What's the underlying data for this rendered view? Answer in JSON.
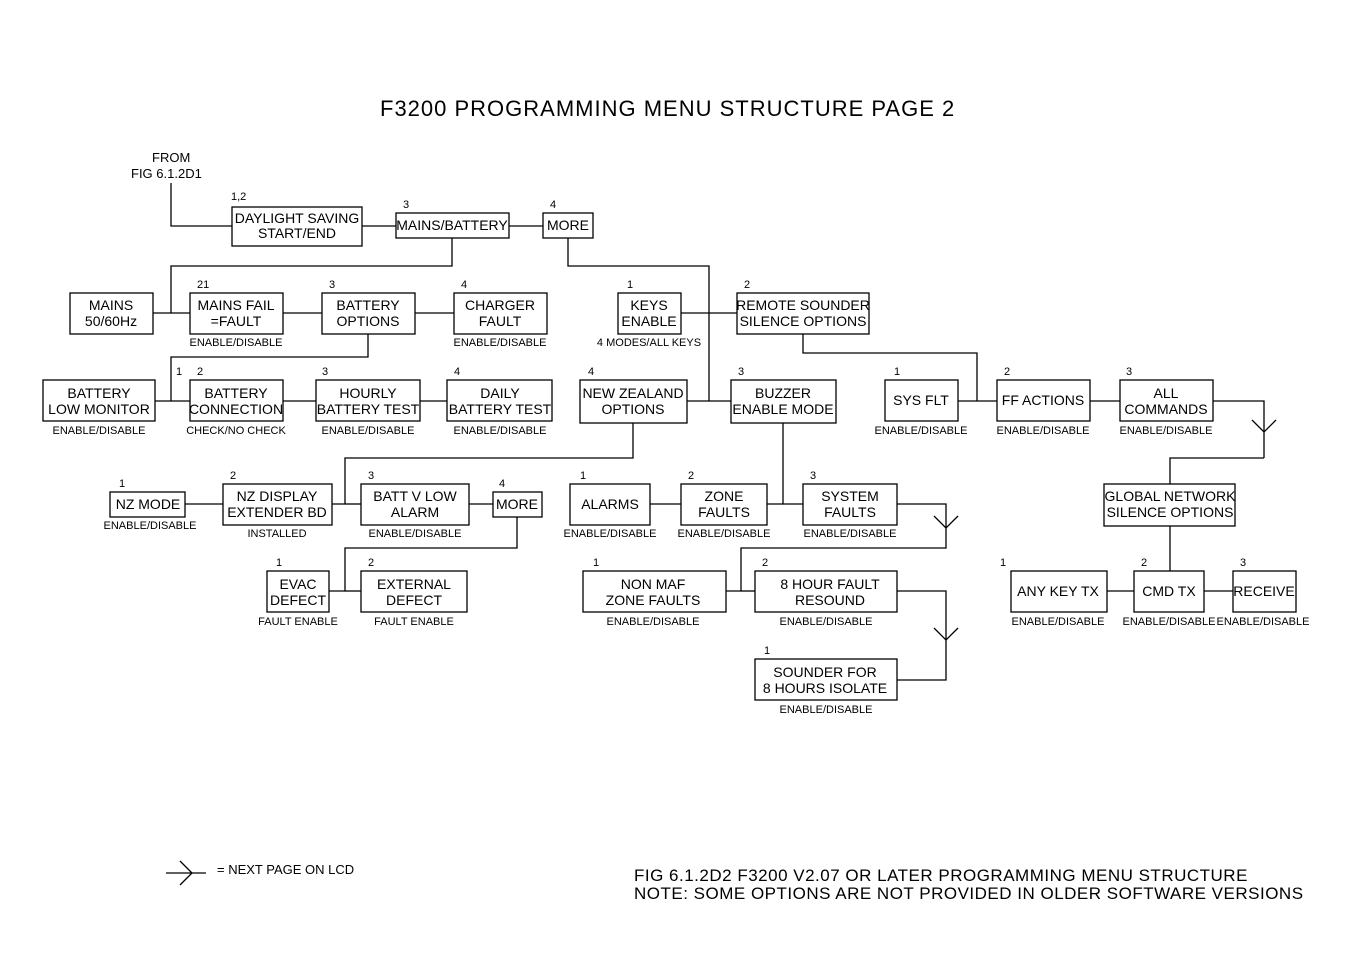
{
  "title": "F3200 PROGRAMMING MENU STRUCTURE PAGE 2",
  "entry": {
    "line1": "FROM",
    "line2": "FIG 6.1.2D1"
  },
  "boxes": {
    "daylight": {
      "lines": [
        "DAYLIGHT SAVING",
        "START/END"
      ],
      "num": "1,2",
      "sub": ""
    },
    "mains_battery": {
      "lines": [
        "MAINS/BATTERY"
      ],
      "num": "3",
      "sub": ""
    },
    "more_top": {
      "lines": [
        "MORE"
      ],
      "num": "4",
      "sub": ""
    },
    "mains_hz": {
      "lines": [
        "MAINS",
        "50/60Hz"
      ],
      "num": "",
      "sub": ""
    },
    "mains_fail": {
      "lines": [
        "MAINS FAIL",
        "=FAULT"
      ],
      "num": "21",
      "sub": "ENABLE/DISABLE"
    },
    "battery_options": {
      "lines": [
        "BATTERY",
        "OPTIONS"
      ],
      "num": "3",
      "sub": ""
    },
    "charger_fault": {
      "lines": [
        "CHARGER",
        "FAULT"
      ],
      "num": "4",
      "sub": "ENABLE/DISABLE"
    },
    "battery_low_monitor": {
      "lines": [
        "BATTERY",
        "LOW MONITOR"
      ],
      "num": "1",
      "sub": "ENABLE/DISABLE"
    },
    "battery_connection": {
      "lines": [
        "BATTERY",
        "CONNECTION"
      ],
      "num": "2",
      "sub": "CHECK/NO CHECK"
    },
    "hourly_battery_test": {
      "lines": [
        "HOURLY",
        "BATTERY TEST"
      ],
      "num": "3",
      "sub": "ENABLE/DISABLE"
    },
    "daily_battery_test": {
      "lines": [
        "DAILY",
        "BATTERY TEST"
      ],
      "num": "4",
      "sub": "ENABLE/DISABLE"
    },
    "keys_enable": {
      "lines": [
        "KEYS",
        "ENABLE"
      ],
      "num": "1",
      "sub": "4 MODES/ALL KEYS"
    },
    "remote_sounder": {
      "lines": [
        "REMOTE SOUNDER",
        "SILENCE OPTIONS"
      ],
      "num": "2",
      "sub": ""
    },
    "new_zealand_options": {
      "lines": [
        "NEW ZEALAND",
        "OPTIONS"
      ],
      "num": "4",
      "sub": ""
    },
    "buzzer_enable_mode": {
      "lines": [
        "BUZZER",
        "ENABLE MODE"
      ],
      "num": "3",
      "sub": ""
    },
    "sys_flt": {
      "lines": [
        "SYS FLT"
      ],
      "num": "1",
      "sub": "ENABLE/DISABLE"
    },
    "ff_actions": {
      "lines": [
        "FF ACTIONS"
      ],
      "num": "2",
      "sub": "ENABLE/DISABLE"
    },
    "all_commands": {
      "lines": [
        "ALL",
        "COMMANDS"
      ],
      "num": "3",
      "sub": "ENABLE/DISABLE"
    },
    "nz_mode": {
      "lines": [
        "NZ MODE"
      ],
      "num": "1",
      "sub": "ENABLE/DISABLE"
    },
    "nz_display": {
      "lines": [
        "NZ DISPLAY",
        "EXTENDER BD"
      ],
      "num": "2",
      "sub": "INSTALLED"
    },
    "batt_v_low": {
      "lines": [
        "BATT V LOW",
        "ALARM"
      ],
      "num": "3",
      "sub": "ENABLE/DISABLE"
    },
    "more_nz": {
      "lines": [
        "MORE"
      ],
      "num": "4",
      "sub": ""
    },
    "alarms": {
      "lines": [
        "ALARMS"
      ],
      "num": "1",
      "sub": "ENABLE/DISABLE"
    },
    "zone_faults": {
      "lines": [
        "ZONE",
        "FAULTS"
      ],
      "num": "2",
      "sub": "ENABLE/DISABLE"
    },
    "system_faults": {
      "lines": [
        "SYSTEM",
        "FAULTS"
      ],
      "num": "3",
      "sub": "ENABLE/DISABLE"
    },
    "global_network": {
      "lines": [
        "GLOBAL NETWORK",
        "SILENCE OPTIONS"
      ],
      "num": "",
      "sub": ""
    },
    "evac_defect": {
      "lines": [
        "EVAC",
        "DEFECT"
      ],
      "num": "1",
      "sub": "FAULT ENABLE"
    },
    "external_defect": {
      "lines": [
        "EXTERNAL",
        "DEFECT"
      ],
      "num": "2",
      "sub": "FAULT ENABLE"
    },
    "non_maf": {
      "lines": [
        "NON MAF",
        "ZONE FAULTS"
      ],
      "num": "1",
      "sub": "ENABLE/DISABLE"
    },
    "eight_hour_fault": {
      "lines": [
        "8 HOUR FAULT",
        "RESOUND"
      ],
      "num": "2",
      "sub": "ENABLE/DISABLE"
    },
    "sounder_8_hours": {
      "lines": [
        "SOUNDER FOR",
        "8 HOURS ISOLATE"
      ],
      "num": "1",
      "sub": "ENABLE/DISABLE"
    },
    "any_key_tx": {
      "lines": [
        "ANY KEY TX"
      ],
      "num": "1",
      "sub": "ENABLE/DISABLE"
    },
    "cmd_tx": {
      "lines": [
        "CMD TX"
      ],
      "num": "2",
      "sub": "ENABLE/DISABLE"
    },
    "receive": {
      "lines": [
        "RECEIVE"
      ],
      "num": "3",
      "sub": "ENABLE/DISABLE"
    }
  },
  "legend": {
    "text": "= NEXT PAGE ON LCD"
  },
  "footer": {
    "line1": "FIG 6.1.2D2 F3200 V2.07 OR LATER PROGRAMMING MENU STRUCTURE",
    "line2": "NOTE: SOME OPTIONS ARE NOT PROVIDED IN OLDER SOFTWARE VERSIONS"
  }
}
